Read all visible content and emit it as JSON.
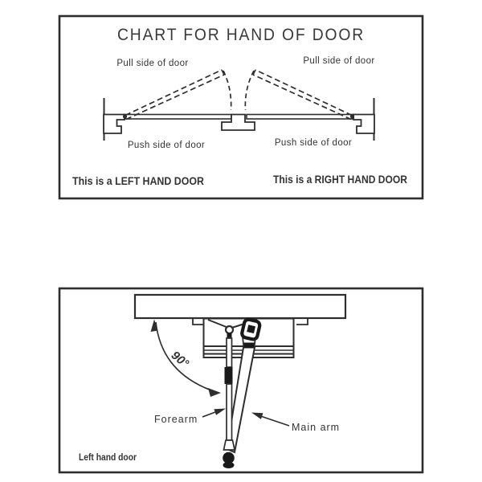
{
  "colors": {
    "ink": "#2e2e2e",
    "text": "#333333",
    "background": "#ffffff"
  },
  "hand_chart_panel": {
    "title": "CHART FOR HAND OF DOOR",
    "left_door": {
      "pull_label": "Pull side of door",
      "push_label": "Push side of door",
      "caption": "This is a LEFT HAND DOOR"
    },
    "right_door": {
      "pull_label": "Pull side of door",
      "push_label": "Push side of door",
      "caption": "This is a RIGHT HAND DOOR"
    }
  },
  "closer_panel": {
    "angle_label": "90°",
    "forearm_label": "Forearm",
    "main_arm_label": "Main arm",
    "caption": "Left hand door"
  }
}
